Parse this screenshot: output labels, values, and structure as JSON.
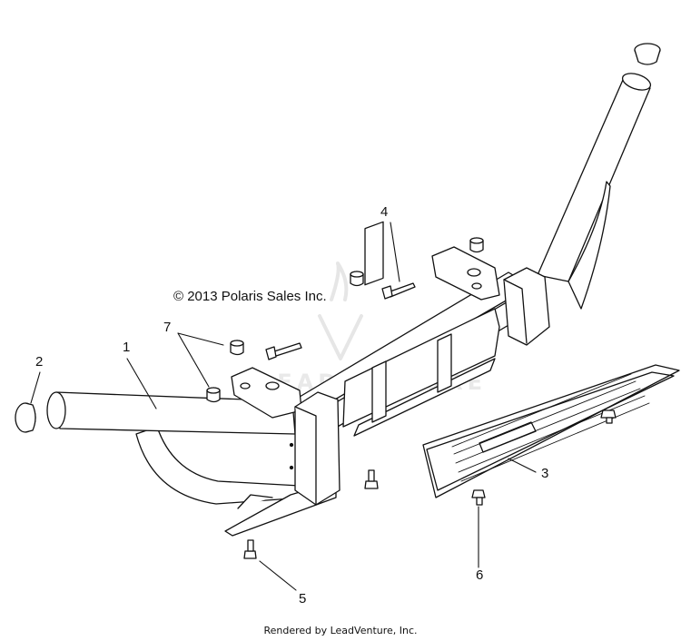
{
  "copyright": "© 2013 Polaris Sales Inc.",
  "footer": "Rendered by LeadVenture, Inc.",
  "watermark": "LEADVENTURE",
  "callouts": [
    {
      "id": "1",
      "label": "1"
    },
    {
      "id": "2",
      "label": "2"
    },
    {
      "id": "3",
      "label": "3"
    },
    {
      "id": "4",
      "label": "4"
    },
    {
      "id": "5",
      "label": "5"
    },
    {
      "id": "6",
      "label": "6"
    },
    {
      "id": "7",
      "label": "7"
    }
  ]
}
